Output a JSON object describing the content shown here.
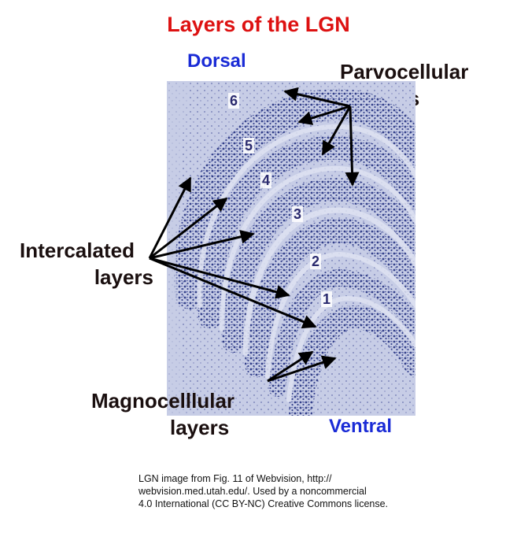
{
  "title": "Layers of the LGN",
  "dorsal_label": "Dorsal",
  "ventral_label": "Ventral",
  "parvocellular_label": {
    "line1": "Parvocellular",
    "line2": "layers"
  },
  "intercalated_label": {
    "line1": "Intercalated",
    "line2": "layers"
  },
  "magnocellular_label": {
    "line1": "Magnocelllular",
    "line2": "layers"
  },
  "layer_numbers": [
    "6",
    "5",
    "4",
    "3",
    "2",
    "1"
  ],
  "credit": {
    "line1": "LGN image from Fig. 11 of Webvision, http://",
    "line2": "webvision.med.utah.edu/. Used by a noncommercial",
    "line3": "4.0 International (CC BY-NC) Creative Commons license."
  },
  "colors": {
    "title": "#dd1111",
    "orientation": "#1a2bd6",
    "label_text": "#1a0f0f",
    "tissue_background": "#c7cde6",
    "stain": "#33408a",
    "arrow": "#000000"
  }
}
